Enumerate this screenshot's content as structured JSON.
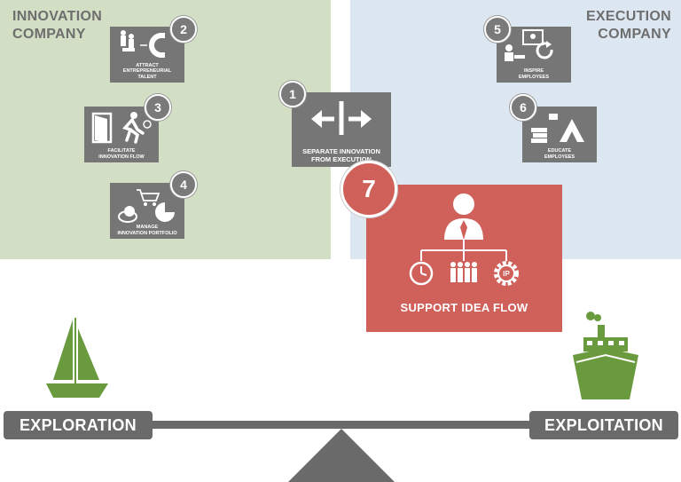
{
  "innovation_company": {
    "line1": "INNOVATION",
    "line2": "COMPANY"
  },
  "execution_company": {
    "line1": "EXECUTION",
    "line2": "COMPANY"
  },
  "cards": {
    "c1": {
      "num": "1",
      "l1": "SEPARATE INNOVATION",
      "l2": "FROM EXECUTION"
    },
    "c2": {
      "num": "2",
      "l1": "ATTRACT",
      "l2": "ENTREPRENEURIAL",
      "l3": "TALENT"
    },
    "c3": {
      "num": "3",
      "l1": "FACILITATE",
      "l2": "INNOVATION FLOW"
    },
    "c4": {
      "num": "4",
      "l1": "MANAGE",
      "l2": "INNOVATION PORTFOLIO"
    },
    "c5": {
      "num": "5",
      "l1": "INSPIRE",
      "l2": "EMPLOYEES"
    },
    "c6": {
      "num": "6",
      "l1": "EDUCATE",
      "l2": "EMPLOYEES"
    },
    "c7": {
      "num": "7",
      "label": "SUPPORT IDEA FLOW",
      "ip_label": "IP"
    }
  },
  "exploration": "EXPLORATION",
  "exploitation": "EXPLOITATION",
  "colors": {
    "green_panel": "#d2dfc4",
    "blue_panel": "#dde7f2",
    "red_accent": "#d0605a",
    "card_gray": "#767676",
    "icon_green": "#6a9a3e"
  }
}
